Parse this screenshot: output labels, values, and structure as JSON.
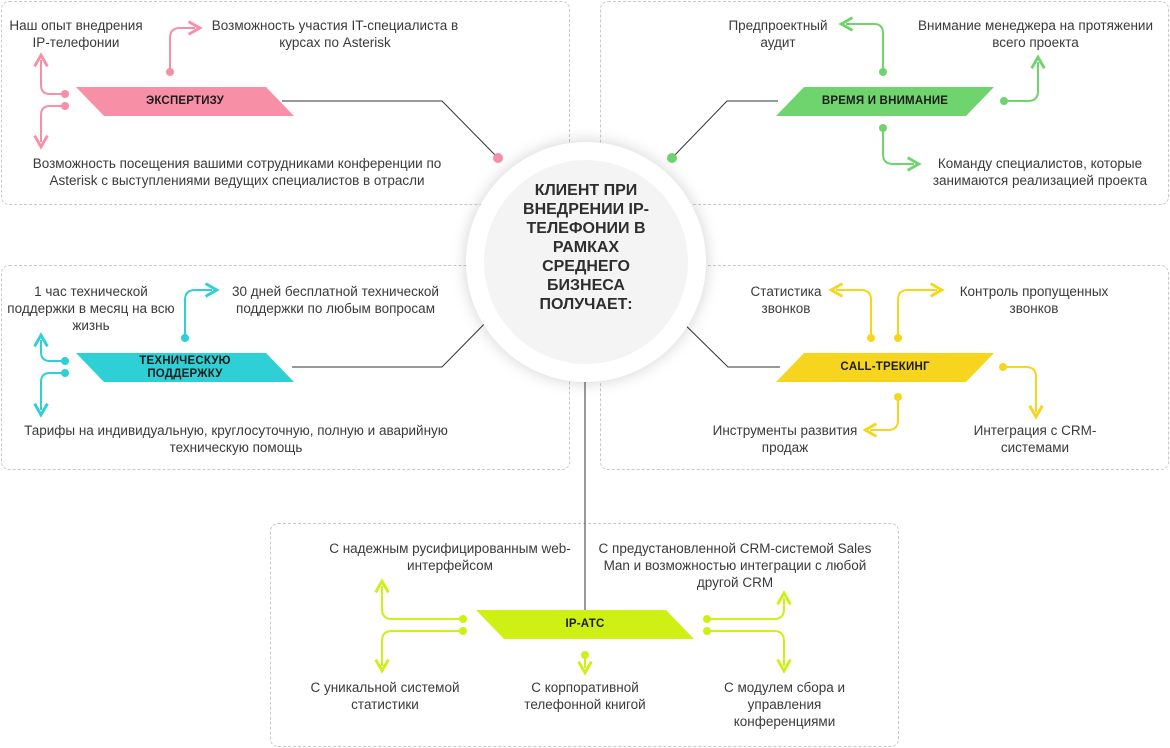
{
  "center": {
    "title": "КЛИЕНТ ПРИ ВНЕДРЕНИИ IP-ТЕЛЕФОНИИ В РАМКАХ СРЕДНЕГО БИЗНЕСА ПОЛУЧАЕТ:"
  },
  "colors": {
    "pink": "#f78fa7",
    "green": "#6fd46e",
    "cyan": "#2ed0d6",
    "yellow": "#f7d51e",
    "lime": "#cef015",
    "connector": "#333333"
  },
  "expertise": {
    "label": "ЭКСПЕРТИЗУ",
    "items": [
      "Наш опыт внедрения IP-телефонии",
      "Возможность участия IT-специалиста в курсах по Asterisk",
      "Возможность посещения вашими сотрудниками конференции по Asterisk с выступлениями ведущих специалистов в отрасли"
    ]
  },
  "time": {
    "label": "ВРЕМЯ И ВНИМАНИЕ",
    "items": [
      "Предпроектный аудит",
      "Внимание менеджера на протяжении всего проекта",
      "Команду специалистов, которые занимаются реализацией проекта"
    ]
  },
  "support": {
    "label": "ТЕХНИЧЕСКУЮ ПОДДЕРЖКУ",
    "items": [
      "1 час технической поддержки в месяц на всю жизнь",
      "30 дней бесплатной технической поддержки по любым вопросам",
      "Тарифы на индивидуальную, круглосуточную, полную и аварийную техническую помощь"
    ]
  },
  "calltracking": {
    "label": "CALL-ТРЕКИНГ",
    "items": [
      "Статистика звонков",
      "Контроль пропущенных звонков",
      "Инструменты развития продаж",
      "Интеграция с CRM-системами"
    ]
  },
  "ipats": {
    "label": "IP-АТС",
    "items": [
      "С надежным русифицированным web-интерфейсом",
      "С предустановленной CRM-системой Sales Man и возможностью интеграции с любой другой CRM",
      "С уникальной системой статистики",
      "С корпоративной телефонной книгой",
      "С модулем сбора и управления конференциями"
    ]
  }
}
